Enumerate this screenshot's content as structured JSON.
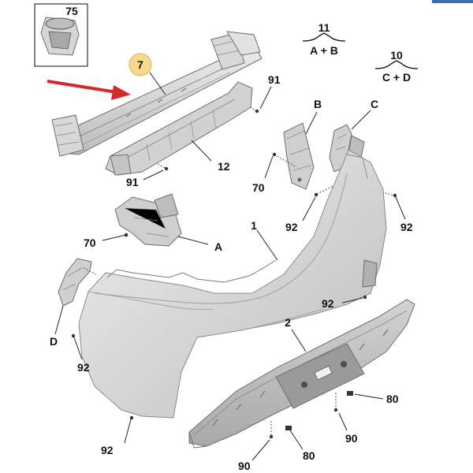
{
  "diagram": {
    "callouts": {
      "c75": "75",
      "c7": "7",
      "c91a": "91",
      "c91b": "91",
      "c12": "12",
      "c70a": "70",
      "c70b": "70",
      "cA": "A",
      "cB": "B",
      "cC": "C",
      "cD": "D",
      "c1": "1",
      "c2": "2",
      "c92a": "92",
      "c92b": "92",
      "c92c": "92",
      "c92d": "92",
      "c92e": "92",
      "c80a": "80",
      "c80b": "80",
      "c90a": "90",
      "c90b": "90"
    },
    "groups": {
      "g11": {
        "number": "11",
        "formula": "A + B"
      },
      "g10": {
        "number": "10",
        "formula": "C + D"
      }
    },
    "colors": {
      "arrow": "#d42a2a",
      "highlight": "#f9d98c",
      "part_fill": "#d9d9d9",
      "part_stroke": "#6e6e6e"
    }
  }
}
